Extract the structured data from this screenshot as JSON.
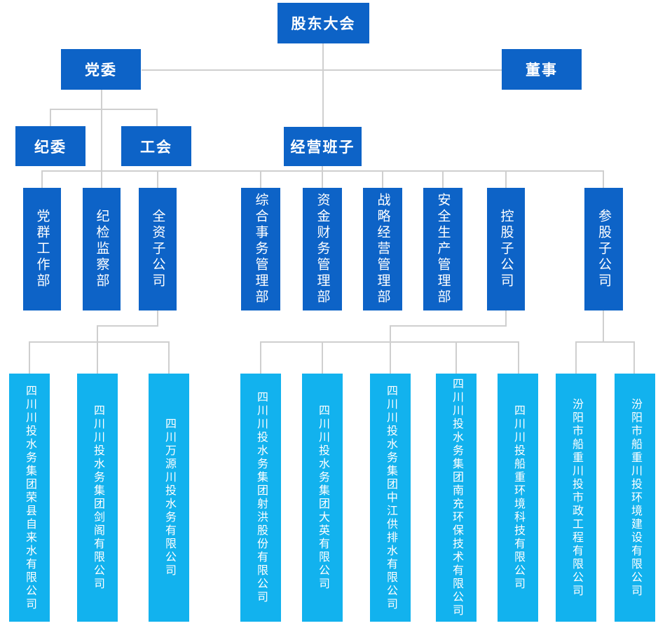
{
  "colors": {
    "primary": "#0D63C7",
    "secondary": "#12B2EE",
    "line": "#CFCFCF",
    "text": "#FFFFFF"
  },
  "nodes": {
    "shareholders_meeting": "股东大会",
    "party_committee": "党委",
    "directors": "董事",
    "discipline_committee": "纪委",
    "labor_union": "工会",
    "management_team": "经营班子",
    "departments": [
      "党群工作部",
      "纪检监察部",
      "全资子公司",
      "综合事务管理部",
      "资金财务管理部",
      "战略经营管理部",
      "安全生产管理部",
      "控股子公司",
      "参股子公司"
    ],
    "subsidiaries": [
      "四川川投水务集团荣县自来水有限公司",
      "四川川投水务集团剑阁有限公司",
      "四川万源川投水务有限公司",
      "四川川投水务集团射洪股份有限公司",
      "四川川投水务集团大英有限公司",
      "四川川投水务集团中江供排水有限公司",
      "四川川投水务集团南充环保技术有限公司",
      "四川川投船重环境科技有限公司",
      "汾阳市船重川投市政工程有限公司",
      "汾阳市船重川投环境建设有限公司"
    ]
  }
}
